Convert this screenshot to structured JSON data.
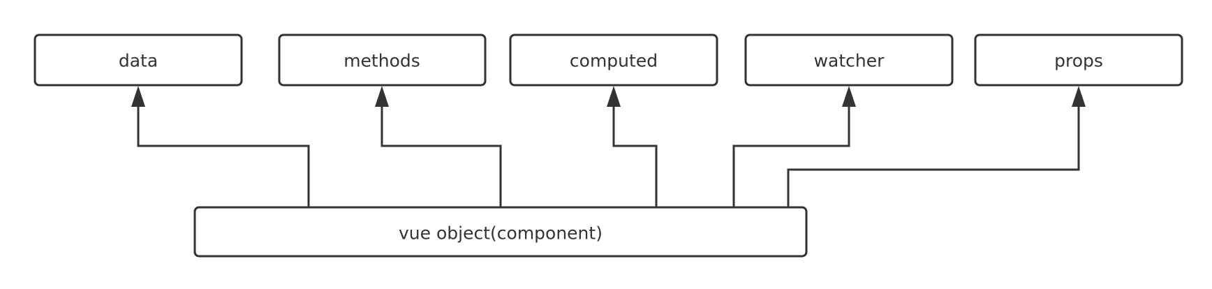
{
  "diagram": {
    "colors": {
      "stroke": "#333333",
      "fill": "#ffffff",
      "text": "#333333"
    },
    "root": {
      "id": "component",
      "label": "vue object(component)"
    },
    "children": [
      {
        "id": "data",
        "label": "data"
      },
      {
        "id": "methods",
        "label": "methods"
      },
      {
        "id": "computed",
        "label": "computed"
      },
      {
        "id": "watcher",
        "label": "watcher"
      },
      {
        "id": "props",
        "label": "props"
      }
    ],
    "edges": [
      {
        "from": "component",
        "to": "data"
      },
      {
        "from": "component",
        "to": "methods"
      },
      {
        "from": "component",
        "to": "computed"
      },
      {
        "from": "component",
        "to": "watcher"
      },
      {
        "from": "component",
        "to": "props"
      }
    ]
  }
}
